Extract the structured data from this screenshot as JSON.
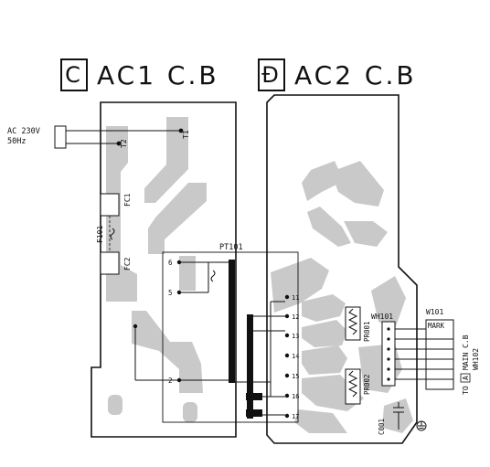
{
  "headers": {
    "left_box": "C",
    "left_title": "AC1 C.B",
    "right_box": "Đ",
    "right_title": "AC2 C.B"
  },
  "labels": {
    "ac_input_line1": "AC 230V",
    "ac_input_line2": "50Hz",
    "t1": "T1",
    "t2": "T2",
    "fc1": "FC1",
    "f101": "F101",
    "fc2": "FC2",
    "pt101": "PT101",
    "w101": "W101",
    "wh101": "WH101",
    "mark": "MARK",
    "to_main_line1": "TO",
    "to_main_box": "A",
    "to_main_line2": "MAIN C.B",
    "wh102": "WH102",
    "pr001": "PR001",
    "pr002": "PR002",
    "c001": "C001",
    "pins_left": [
      "6",
      "5",
      "2"
    ],
    "pins_right": [
      "11",
      "12",
      "13",
      "14",
      "15",
      "16",
      "17"
    ]
  },
  "colors": {
    "trace": "#c9c9c9",
    "line": "#111111",
    "background": "#ffffff"
  }
}
